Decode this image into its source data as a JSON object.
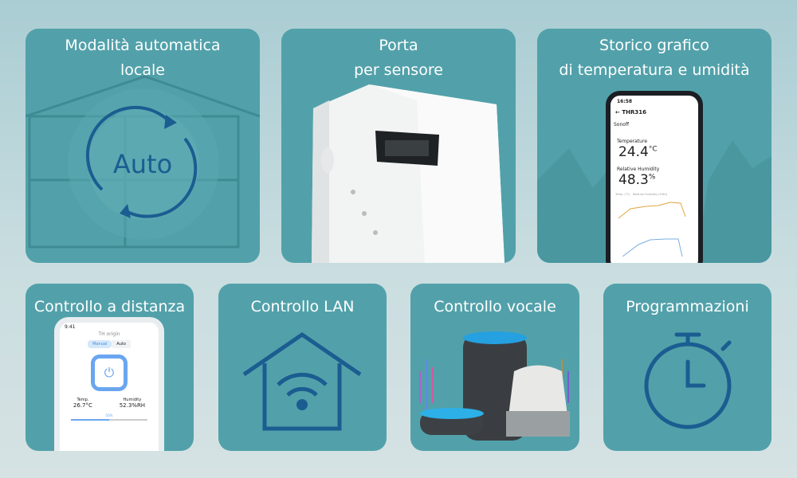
{
  "colors": {
    "panel": "#52a1aa",
    "icon_blue": "#1b5d91",
    "background": "#c9dde0"
  },
  "features": [
    {
      "title_line1": "Modalità automatica",
      "title_line2": "locale",
      "icon": "auto-mode-icon",
      "icon_text": "Auto"
    },
    {
      "title_line1": "Porta",
      "title_line2": "per sensore",
      "icon": "device-port-image"
    },
    {
      "title_line1": "Storico grafico",
      "title_line2": "di temperatura e umidità",
      "icon": "phone-app-image",
      "phone": {
        "time": "16:58",
        "device": "THR316",
        "brand": "Sonoff",
        "temp_label": "Temperature",
        "temp_value": "24.4",
        "temp_unit": "°C",
        "hum_label": "Relative Humidity",
        "hum_value": "48.3",
        "hum_unit": "%",
        "legend_temp": "Temp. (°C)",
        "legend_hum": "Relative Humidity (%RH)"
      }
    },
    {
      "title": "Controllo a distanza",
      "icon": "phone-app-image",
      "phone": {
        "time": "9:41",
        "screen_title": "TH origin",
        "tab_manual": "Manual",
        "tab_auto": "Auto",
        "temp_label": "Temp.",
        "temp_value": "26.7°C",
        "hum_label": "Humidity",
        "hum_value": "52.3%RH",
        "slider_label": "50%",
        "slider_value": 0.5
      }
    },
    {
      "title": "Controllo LAN",
      "icon": "house-wifi-icon"
    },
    {
      "title": "Controllo vocale",
      "icon": "smart-speakers-image"
    },
    {
      "title": "Programmazioni",
      "icon": "stopwatch-icon"
    }
  ]
}
